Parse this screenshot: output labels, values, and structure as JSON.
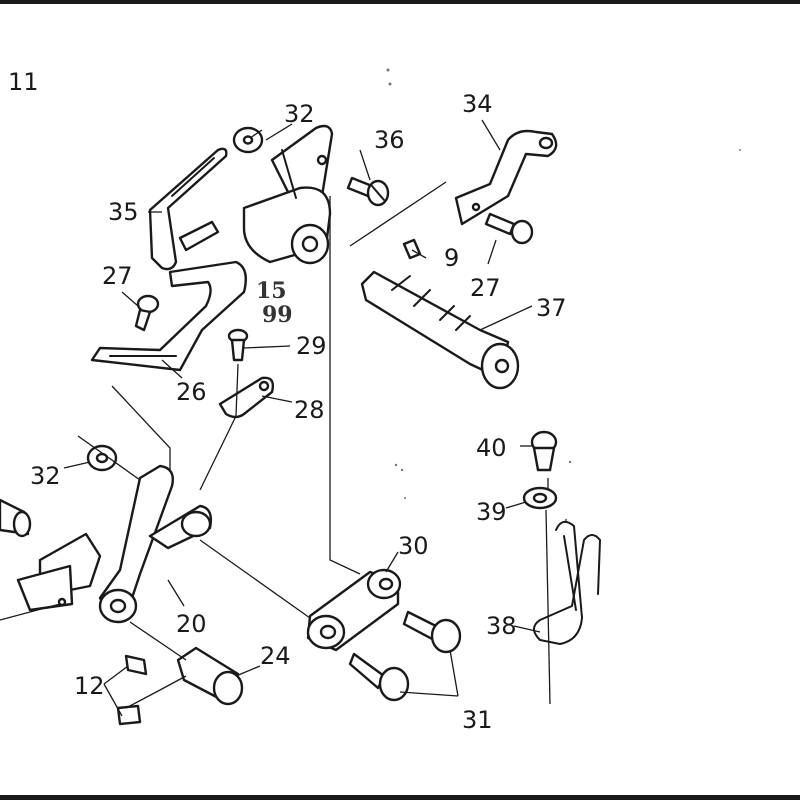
{
  "callouts": {
    "c11": "11",
    "c32a": "32",
    "c36": "36",
    "c34": "34",
    "c35": "35",
    "c27a": "27",
    "c9": "9",
    "c27b": "27",
    "c37": "37",
    "c29": "29",
    "c26": "26",
    "c28": "28",
    "c32b": "32",
    "c40": "40",
    "c39": "39",
    "c30": "30",
    "c20": "20",
    "c24": "24",
    "c38": "38",
    "c12": "12",
    "c31": "31",
    "c15": "15",
    "c9b": "99"
  }
}
